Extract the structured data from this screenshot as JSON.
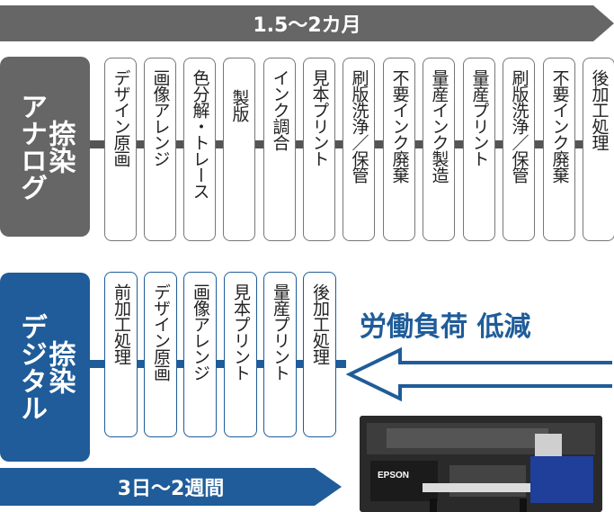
{
  "analog": {
    "duration": "1.5〜2カ月",
    "label_line1": "アナログ",
    "label_line2": "捺染",
    "steps": [
      "デザイン原画",
      "画像アレンジ",
      "色分解・トレース",
      "製版",
      "インク調合",
      "見本プリント",
      "刷版洗浄／保管",
      "不要インク廃棄",
      "量産インク製造",
      "量産プリント",
      "刷版洗浄／保管",
      "不要インク廃棄",
      "後加工処理"
    ]
  },
  "digital": {
    "duration": "3日〜2週間",
    "label_line1": "デジタル",
    "label_line2": "捺染",
    "steps": [
      "前加工処理",
      "デザイン原画",
      "画像アレンジ",
      "見本プリント",
      "量産プリント",
      "後加工処理"
    ]
  },
  "reduction_text": "労働負荷 低減",
  "printer": {
    "brand": "EPSON"
  },
  "colors": {
    "analog": "#666666",
    "digital": "#1f5c99"
  }
}
